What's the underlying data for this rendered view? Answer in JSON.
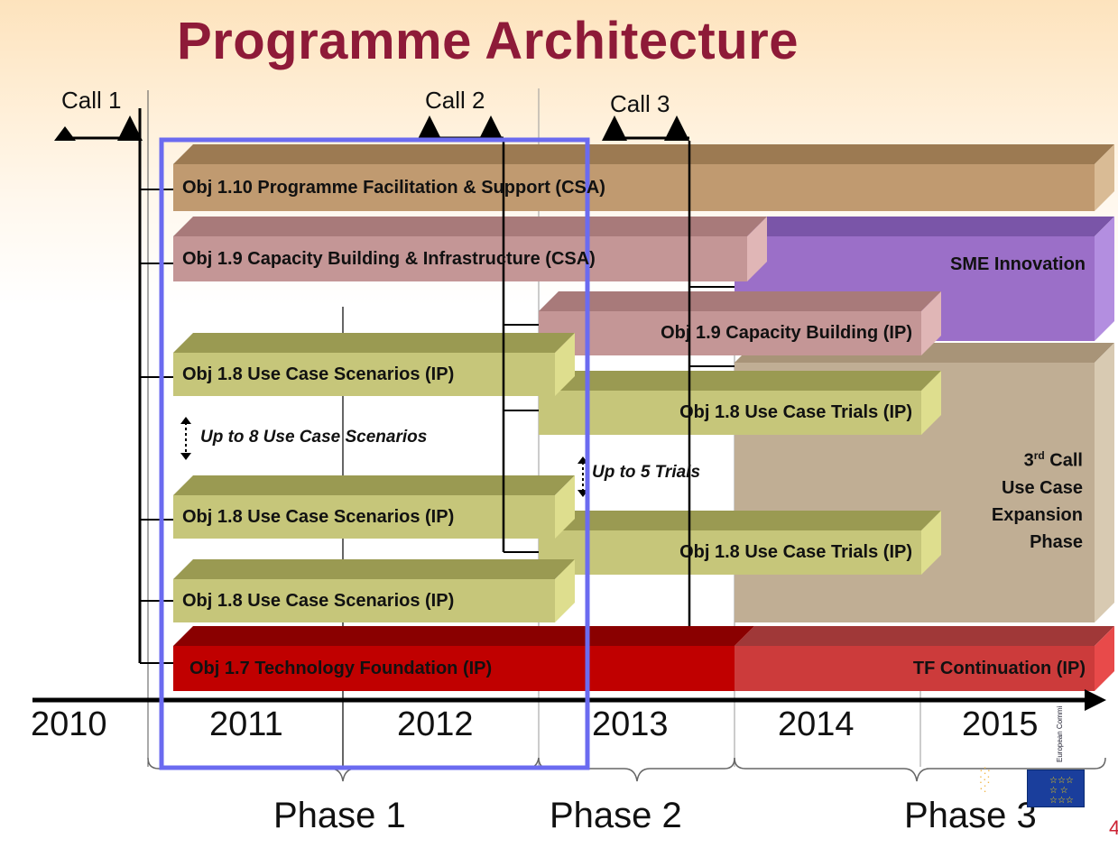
{
  "title": "Programme Architecture",
  "calls": [
    "Call 1",
    "Call 2",
    "Call 3"
  ],
  "bars": {
    "obj110": "Obj 1.10 Programme Facilitation & Support (CSA)",
    "obj19_csa": "Obj 1.9 Capacity Building & Infrastructure (CSA)",
    "sme": "SME Innovation",
    "obj19_ip": "Obj 1.9 Capacity Building (IP)",
    "scen1": "Obj 1.8 Use Case Scenarios (IP)",
    "trials1": "Obj 1.8 Use Case Trials (IP)",
    "scen2": "Obj 1.8 Use Case Scenarios (IP)",
    "trials2": "Obj 1.8 Use Case Trials (IP)",
    "scen3": "Obj 1.8 Use Case Scenarios (IP)",
    "obj17": "Obj 1.7 Technology Foundation (IP)",
    "tf_cont": "TF Continuation (IP)"
  },
  "third_call": {
    "sup": "rd",
    "line1_rest": " Call",
    "line1_num": "3",
    "line2": "Use Case",
    "line3": "Expansion",
    "line4": "Phase"
  },
  "notes": {
    "scenarios": "Up to 8 Use Case Scenarios",
    "trials": "Up to 5 Trials"
  },
  "years": [
    "2010",
    "2011",
    "2012",
    "2013",
    "2014",
    "2015"
  ],
  "phases": [
    "Phase 1",
    "Phase 2",
    "Phase 3"
  ],
  "logo_text": "European Commission Information Society",
  "page_number": "4",
  "colors": {
    "title": "#8e1a38",
    "csa_tan": "#c09a70",
    "pink": "#c49696",
    "olive": "#c6c67a",
    "red": "#c00000",
    "purple": "#9b6fc8",
    "khaki": "#c0ae94",
    "highlight": "#6b6bf0"
  }
}
